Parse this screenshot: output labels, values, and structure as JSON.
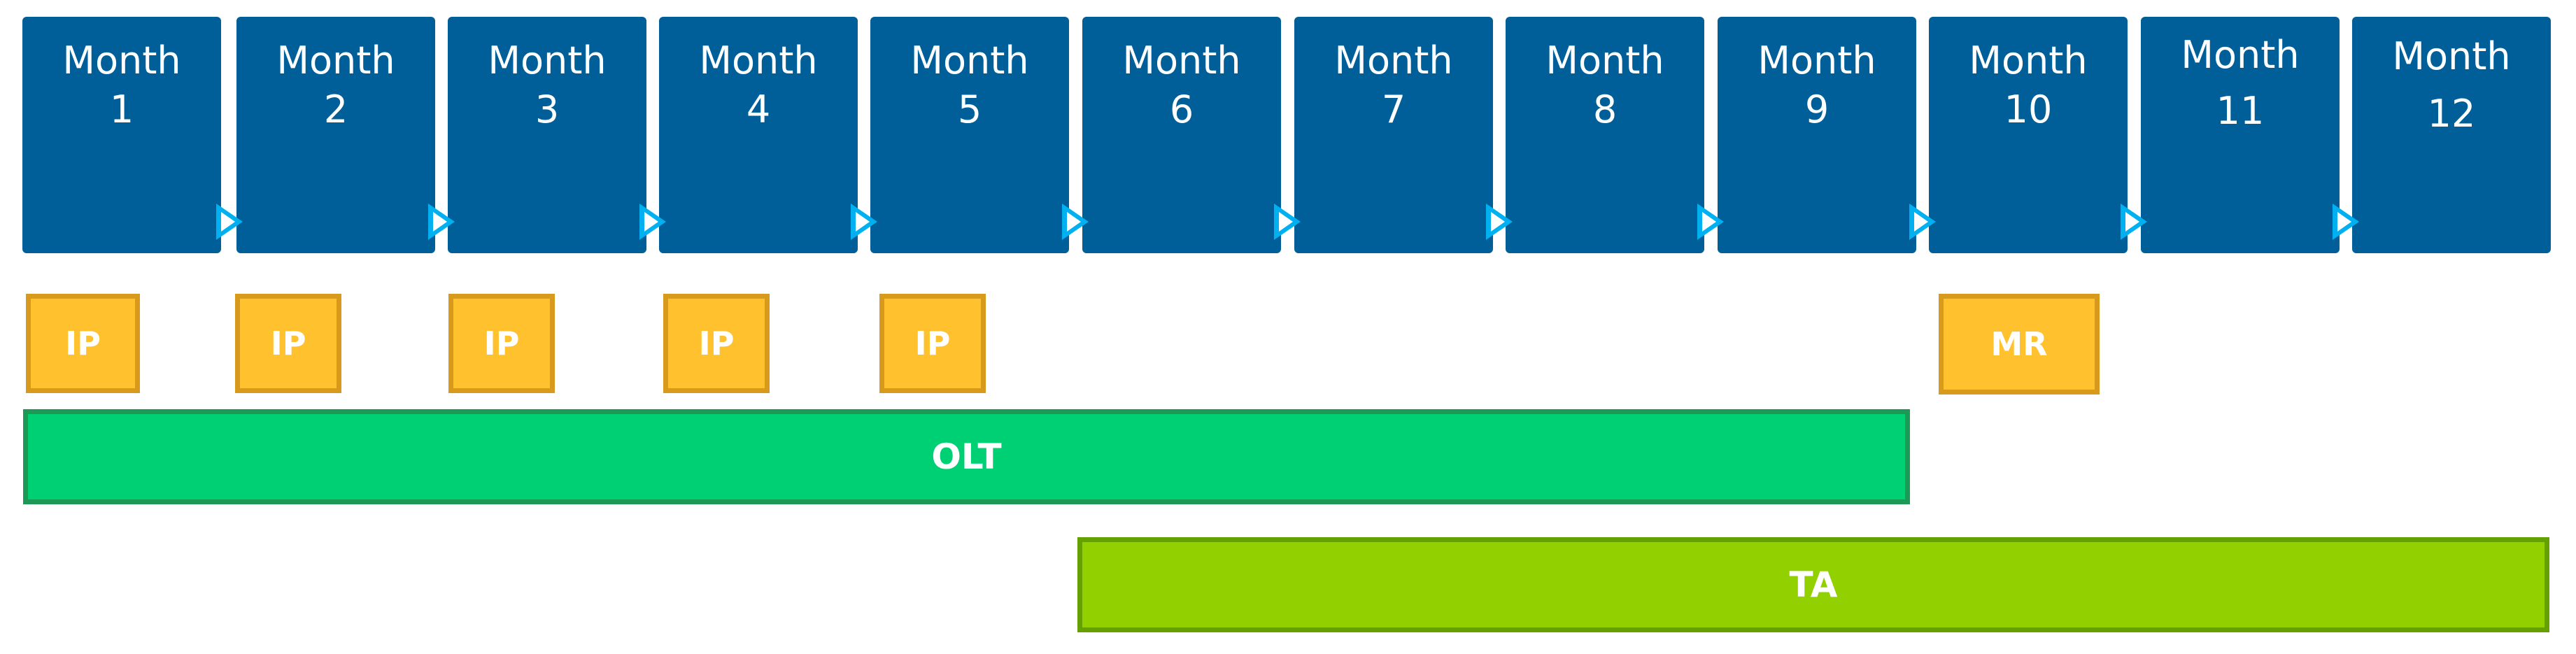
{
  "months": [
    {
      "word": "Month",
      "num": "1"
    },
    {
      "word": "Month",
      "num": "2"
    },
    {
      "word": "Month",
      "num": "3"
    },
    {
      "word": "Month",
      "num": "4"
    },
    {
      "word": "Month",
      "num": "5"
    },
    {
      "word": "Month",
      "num": "6"
    },
    {
      "word": "Month",
      "num": "7"
    },
    {
      "word": "Month",
      "num": "8"
    },
    {
      "word": "Month",
      "num": "9"
    },
    {
      "word": "Month",
      "num": "10"
    },
    {
      "word": "Month",
      "num": "11"
    },
    {
      "word": "Month",
      "num": "12"
    }
  ],
  "milestones": [
    {
      "label": "IP"
    },
    {
      "label": "IP"
    },
    {
      "label": "IP"
    },
    {
      "label": "IP"
    },
    {
      "label": "IP"
    },
    {
      "label": "MR"
    }
  ],
  "bars": {
    "olt": {
      "label": "OLT"
    },
    "ta": {
      "label": "TA"
    }
  },
  "colors": {
    "month_fill": "#005f99",
    "arrow": "#00b0f0",
    "milestone_fill": "#ffc12e",
    "milestone_border": "#d89a1c",
    "olt_fill": "#00d074",
    "ta_fill": "#92d000"
  }
}
